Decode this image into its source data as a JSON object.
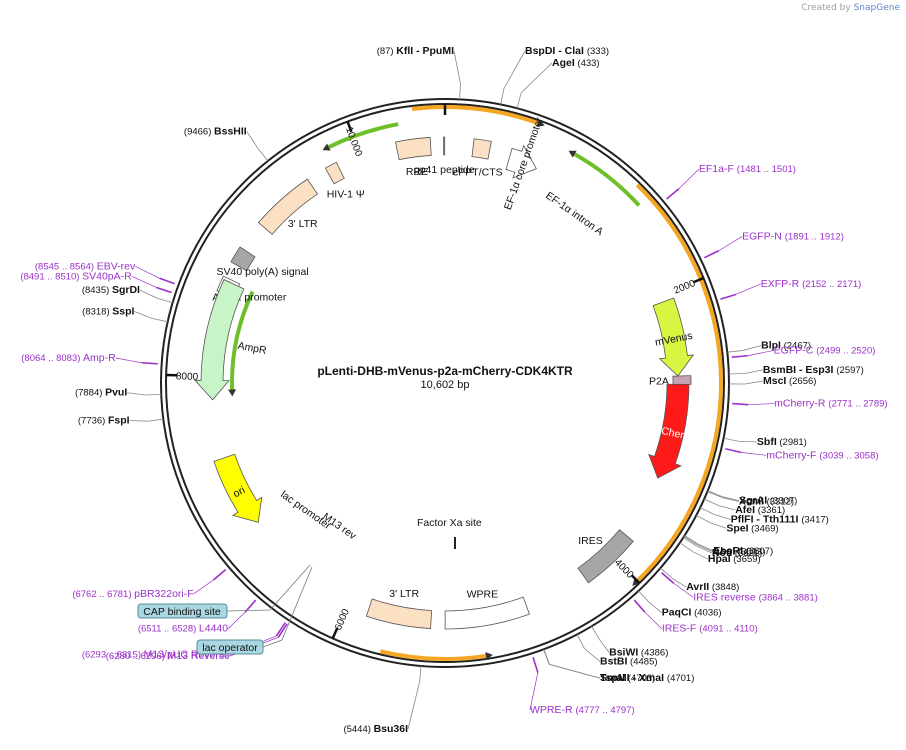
{
  "credit": {
    "prefix": "Created by",
    "brand": "SnapGene"
  },
  "plasmid": {
    "name": "pLenti-DHB-mVenus-p2a-mCherry-CDK4KTR",
    "size_label": "10,602 bp",
    "length": 10602
  },
  "ticks": [
    {
      "pos": 0,
      "label": ""
    },
    {
      "pos": 2000,
      "label": "2000"
    },
    {
      "pos": 4000,
      "label": "4000"
    },
    {
      "pos": 6000,
      "label": "6000"
    },
    {
      "pos": 8000,
      "label": "8000"
    },
    {
      "pos": 10000,
      "label": "10,000"
    }
  ],
  "features": [
    {
      "id": "rre",
      "label": "RRE",
      "kind": "box",
      "color": "#fbe0c4",
      "start": 10260,
      "end": 10500
    },
    {
      "id": "gp41",
      "label": "gp41 peptide",
      "kind": "box",
      "color": "#c8a2b4",
      "start": 10592,
      "end": 10600
    },
    {
      "id": "cppt",
      "label": "cPPT/CTS",
      "kind": "box",
      "color": "#fbe0c4",
      "start": 200,
      "end": 320
    },
    {
      "id": "hiv1psi",
      "label": "HIV-1 Ψ",
      "kind": "box",
      "color": "#fbe0c4",
      "start": 9745,
      "end": 9830
    },
    {
      "id": "ltr5",
      "label": "3' LTR",
      "kind": "box",
      "color": "#fbe0c4",
      "start": 9150,
      "end": 9600
    },
    {
      "id": "sv40pa",
      "label": "SV40 poly(A) signal",
      "kind": "box",
      "color": "#a6a6a6",
      "start": 8820,
      "end": 8940
    },
    {
      "id": "ampprom",
      "label": "AmpR promoter",
      "kind": "box",
      "color": "#ffffff",
      "start": 8600,
      "end": 8710
    },
    {
      "id": "ires",
      "label": "IRES",
      "kind": "box",
      "color": "#a6a6a6",
      "start": 3830,
      "end": 4250
    },
    {
      "id": "wpre",
      "label": "WPRE",
      "kind": "box",
      "color": "#ffffff",
      "start": 4710,
      "end": 5300
    },
    {
      "id": "ltr3",
      "label": "3' LTR",
      "kind": "box",
      "color": "#fbe0c4",
      "start": 5400,
      "end": 5850
    },
    {
      "id": "p2a",
      "label": "P2A",
      "kind": "box",
      "color": "#c8a2b4",
      "start": 2600,
      "end": 2660
    }
  ],
  "arrows": [
    {
      "id": "ef1core",
      "label": "EF-1α core promoter",
      "color": "#ffffff",
      "start": 470,
      "end": 680
    },
    {
      "id": "mvenus",
      "label": "mVenus",
      "color": "#d8f542",
      "start": 2050,
      "end": 2600
    },
    {
      "id": "mcherry",
      "label": "mCherry",
      "color": "#ff1a1a",
      "start": 2660,
      "end": 3360
    },
    {
      "id": "ampr",
      "label": "AmpR",
      "color": "#c8f5c8",
      "start": 8690,
      "end": 7830
    },
    {
      "id": "ori",
      "label": "ori",
      "color": "#ffff00",
      "start": 7400,
      "end": 6870
    }
  ],
  "lines": [
    {
      "id": "orange-top",
      "color": "#f5a623",
      "start": 10400,
      "end": 580,
      "dir": 1,
      "r": 276
    },
    {
      "id": "orange-right",
      "color": "#f5a623",
      "start": 1300,
      "end": 4000,
      "dir": 1,
      "r": 276
    },
    {
      "id": "orange-bottom",
      "color": "#f5a623",
      "start": 5700,
      "end": 5050,
      "dir": -1,
      "r": 276
    },
    {
      "id": "green-top",
      "color": "#6fbf2a",
      "start": 10300,
      "end": 9830,
      "dir": -1,
      "r": 263
    },
    {
      "id": "green-ef1",
      "color": "#6fbf2a",
      "start": 1400,
      "end": 870,
      "dir": -1,
      "r": 263
    },
    {
      "id": "green-amp",
      "color": "#6fbf2a",
      "start": 8700,
      "end": 7900,
      "dir": -1,
      "r": 213
    }
  ],
  "inner_labels": [
    {
      "text": "EF-1α intron A"
    },
    {
      "text": "lac promoter"
    },
    {
      "text": "M13 rev"
    },
    {
      "text": "Factor Xa site"
    }
  ],
  "cut_sites": [
    {
      "text": "KflI",
      "sub": "- PpuMI",
      "pos_text": "(87)",
      "side": "left"
    },
    {
      "text": "BspDI",
      "sub": "- ClaI",
      "pos_text": "(333)",
      "side": "right"
    },
    {
      "text": "AgeI",
      "sub": "",
      "pos_text": "(433)",
      "side": "right"
    },
    {
      "text": "BssHII",
      "sub": "",
      "pos_text": "(9466)",
      "side": "left"
    },
    {
      "text": "SgrDI",
      "sub": "",
      "pos_text": "(8435)",
      "side": "left"
    },
    {
      "text": "SspI",
      "sub": "",
      "pos_text": "(8318)",
      "side": "left"
    },
    {
      "text": "PvuI",
      "sub": "",
      "pos_text": "(7884)",
      "side": "left"
    },
    {
      "text": "FspI",
      "sub": "",
      "pos_text": "(7736)",
      "side": "left"
    },
    {
      "text": "Bsu36I",
      "sub": "",
      "pos_text": "(5444)",
      "side": "left"
    },
    {
      "text": "BlpI",
      "sub": "",
      "pos_text": "(2467)",
      "side": "right"
    },
    {
      "text": "BsmBI",
      "sub": "- Esp3I",
      "pos_text": "(2597)",
      "side": "right"
    },
    {
      "text": "MscI",
      "sub": "",
      "pos_text": "(2656)",
      "side": "right"
    },
    {
      "text": "SbfI",
      "sub": "",
      "pos_text": "(2981)",
      "side": "right"
    },
    {
      "text": "SgrAI",
      "sub": "",
      "pos_text": "(3307)",
      "side": "right"
    },
    {
      "text": "XcmI",
      "sub": "",
      "pos_text": "(3312)",
      "side": "right"
    },
    {
      "text": "AfeI",
      "sub": "",
      "pos_text": "(3361)",
      "side": "right"
    },
    {
      "text": "PflFI",
      "sub": "- Tth111I",
      "pos_text": "(3417)",
      "side": "right"
    },
    {
      "text": "SpeI",
      "sub": "",
      "pos_text": "(3469)",
      "side": "right"
    },
    {
      "text": "EcoRI",
      "sub": "",
      "pos_text": "(3607)",
      "side": "right"
    },
    {
      "text": "AbsI",
      "sub": "",
      "pos_text": "(3613)",
      "side": "right"
    },
    {
      "text": "NotI",
      "sub": "",
      "pos_text": "(3621)",
      "side": "right"
    },
    {
      "text": "HpaI",
      "sub": "",
      "pos_text": "(3659)",
      "side": "right"
    },
    {
      "text": "AvrII",
      "sub": "",
      "pos_text": "(3848)",
      "side": "right"
    },
    {
      "text": "PaqCI",
      "sub": "",
      "pos_text": "(4036)",
      "side": "right"
    },
    {
      "text": "BsiWI",
      "sub": "",
      "pos_text": "(4386)",
      "side": "right"
    },
    {
      "text": "BstBI",
      "sub": "",
      "pos_text": "(4485)",
      "side": "right"
    },
    {
      "text": "TspMI",
      "sub": "- XmaI",
      "pos_text": "(4701)",
      "side": "right"
    },
    {
      "text": "SmaI",
      "sub": "",
      "pos_text": "(4703)",
      "side": "right"
    }
  ],
  "primers": [
    {
      "text": "EF1a-F",
      "pos_text": "(1481 .. 1501)",
      "side": "right"
    },
    {
      "text": "EGFP-N",
      "pos_text": "(1891 .. 1912)",
      "side": "right"
    },
    {
      "text": "EXFP-R",
      "pos_text": "(2152 .. 2171)",
      "side": "right"
    },
    {
      "text": "EGFP-C",
      "pos_text": "(2499 .. 2520)",
      "side": "right"
    },
    {
      "text": "mCherry-R",
      "pos_text": "(2771 .. 2789)",
      "side": "right"
    },
    {
      "text": "mCherry-F",
      "pos_text": "(3039 .. 3058)",
      "side": "right"
    },
    {
      "text": "IRES reverse",
      "pos_text": "(3864 .. 3881)",
      "side": "right"
    },
    {
      "text": "IRES-F",
      "pos_text": "(4091 .. 4110)",
      "side": "right"
    },
    {
      "text": "WPRE-R",
      "pos_text": "(4777 .. 4797)",
      "side": "right"
    },
    {
      "text": "EBV-rev",
      "pos_text": "(8545 .. 8564)",
      "side": "left"
    },
    {
      "text": "SV40pA-R",
      "pos_text": "(8491 .. 8510)",
      "side": "left"
    },
    {
      "text": "Amp-R",
      "pos_text": "(8064 .. 8083)",
      "side": "left"
    },
    {
      "text": "pBR322ori-F",
      "pos_text": "(6762 .. 6781)",
      "side": "left"
    },
    {
      "text": "L4440",
      "pos_text": "(6511 .. 6528)",
      "side": "left"
    },
    {
      "text": "M13/pUC Reverse",
      "pos_text": "(6293 .. 6315)",
      "side": "left"
    },
    {
      "text": "M13 Reverse",
      "pos_text": "(6280 .. 6296)",
      "side": "left"
    }
  ],
  "boxed_labels": [
    {
      "text": "CAP binding site"
    },
    {
      "text": "lac operator"
    }
  ],
  "colors": {
    "primer": "#9b30c8",
    "outline": "#333333",
    "bg": "#ffffff"
  }
}
